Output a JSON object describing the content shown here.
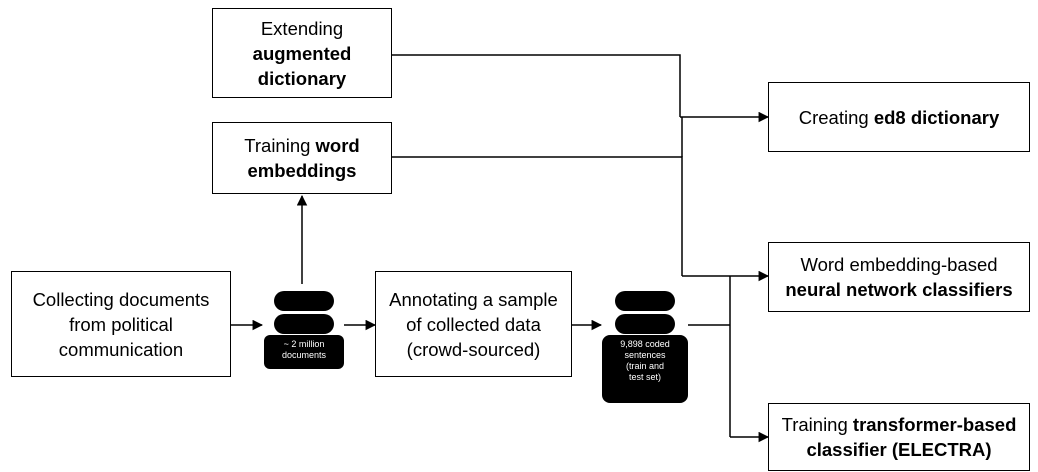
{
  "boxes": {
    "extending": {
      "line1": "Extending",
      "line2": "augmented",
      "line3": "dictionary"
    },
    "training_embeddings": {
      "prefix": "Training ",
      "bold1": "word",
      "bold2": "embeddings"
    },
    "collecting": {
      "line1": "Collecting documents",
      "line2": "from political",
      "line3": "communication"
    },
    "annotating": {
      "line1": "Annotating a sample",
      "line2": "of collected data",
      "line3": "(crowd-sourced)"
    },
    "creating_ed8": {
      "prefix": "Creating ",
      "bold": "ed8 dictionary"
    },
    "word_embedding_classifiers": {
      "line1": "Word embedding-based",
      "line2": "neural network classifiers"
    },
    "transformer": {
      "prefix": "Training ",
      "bold1": "transformer-based",
      "bold2": "classifier (ELECTRA)"
    }
  },
  "databases": {
    "documents": {
      "line1": "~ 2 million",
      "line2": "documents"
    },
    "coded_sentences": {
      "line1": "9,898 coded",
      "line2": "sentences",
      "line3": "(train and",
      "line4": "test set)"
    }
  }
}
